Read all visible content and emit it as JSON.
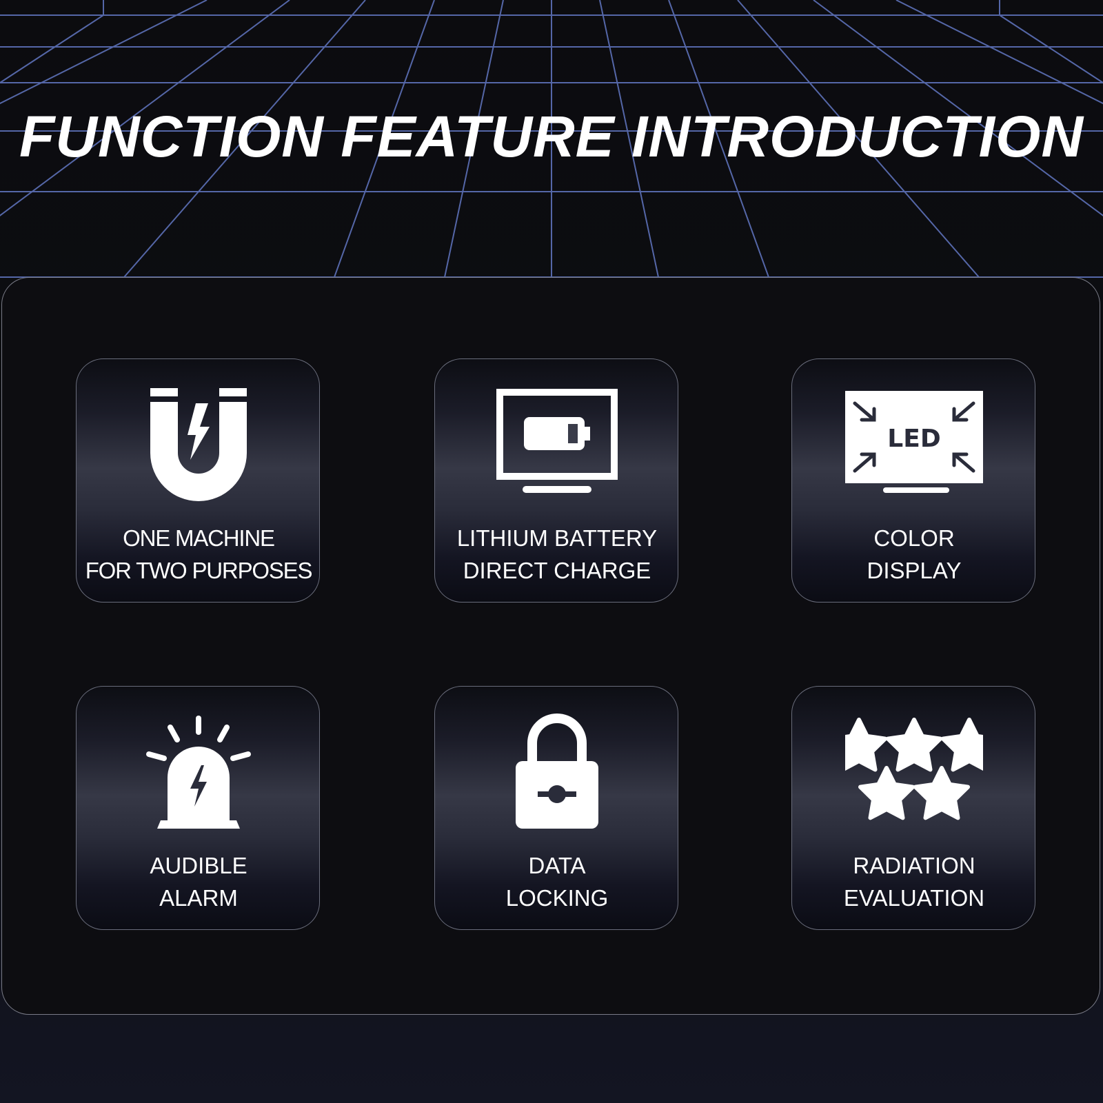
{
  "header": {
    "title": "FUNCTION FEATURE INTRODUCTION"
  },
  "colors": {
    "background": "#0c0c12",
    "grid_line": "#5567a8",
    "text": "#ffffff",
    "panel_border": "#7a7c88"
  },
  "features": [
    {
      "icon": "magnet-bolt-icon",
      "line1": "ONE MACHINE",
      "line2": "FOR TWO PURPOSES"
    },
    {
      "icon": "monitor-battery-icon",
      "line1": "LITHIUM BATTERY",
      "line2": "DIRECT CHARGE"
    },
    {
      "icon": "led-display-icon",
      "icon_text": "LED",
      "line1": "COLOR",
      "line2": "DISPLAY"
    },
    {
      "icon": "alarm-siren-icon",
      "line1": "AUDIBLE",
      "line2": "ALARM"
    },
    {
      "icon": "padlock-icon",
      "line1": "DATA",
      "line2": "LOCKING"
    },
    {
      "icon": "five-stars-icon",
      "line1": "RADIATION",
      "line2": "EVALUATION"
    }
  ]
}
